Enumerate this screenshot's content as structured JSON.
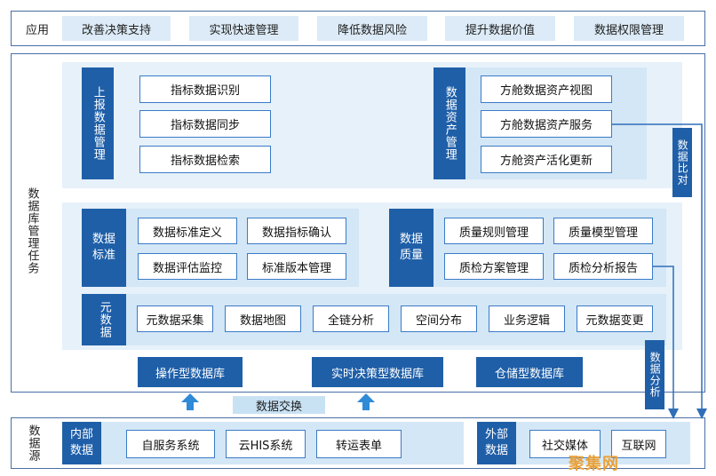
{
  "application": {
    "label": "应用",
    "items": [
      "改善决策支持",
      "实现快速管理",
      "降低数据风险",
      "提升数据价值",
      "数据权限管理"
    ]
  },
  "tasks": {
    "side_label": "数据库管理任务",
    "report_mgmt": {
      "title": "上报数据管理",
      "items": [
        "指标数据识别",
        "指标数据同步",
        "指标数据检索"
      ]
    },
    "asset_mgmt": {
      "title": "数据资产管理",
      "items": [
        "方舱数据资产视图",
        "方舱数据资产服务",
        "方舱资产活化更新"
      ]
    },
    "standard": {
      "title": "数据标准",
      "items": [
        "数据标准定义",
        "数据指标确认",
        "数据评估监控",
        "标准版本管理"
      ]
    },
    "quality": {
      "title": "数据质量",
      "items": [
        "质量规则管理",
        "质量模型管理",
        "质检方案管理",
        "质检分析报告"
      ]
    },
    "metadata": {
      "title": "元数据",
      "items": [
        "元数据采集",
        "数据地图",
        "全链分析",
        "空间分布",
        "业务逻辑",
        "元数据变更"
      ]
    },
    "databases": [
      "操作型数据库",
      "实时决策型数据库",
      "仓储型数据库"
    ],
    "compare_label": "数据比对",
    "analysis_label": "数据分析"
  },
  "exchange": {
    "label": "数据交换"
  },
  "sources": {
    "side_label": "数据源",
    "internal": {
      "title": "内部数据",
      "items": [
        "自服务系统",
        "云HIS系统",
        "转运表单"
      ]
    },
    "external": {
      "title": "外部数据",
      "items": [
        "社交媒体",
        "互联网"
      ]
    }
  },
  "watermark": "聚集网",
  "colors": {
    "navy": "#1f5fa8",
    "pale": "#e6f1fa",
    "border": "#4a6fa5",
    "arrow_up": "#2f8ad8"
  }
}
